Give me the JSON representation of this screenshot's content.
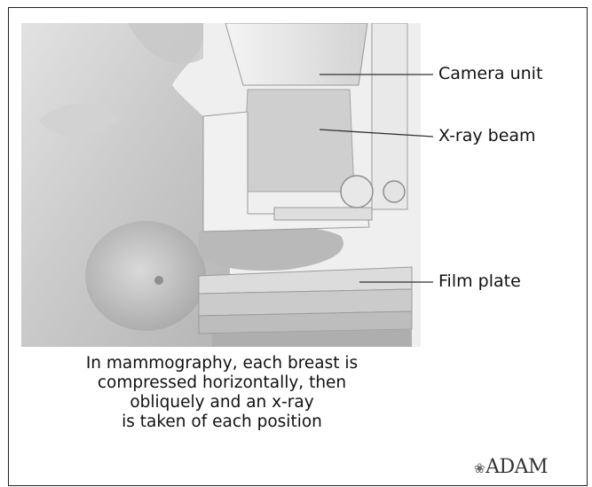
{
  "labels": {
    "camera_unit": "Camera unit",
    "xray_beam": "X-ray beam",
    "film_plate": "Film plate"
  },
  "caption": [
    "In mammography, each breast is",
    "compressed horizontally, then",
    "obliquely and an x-ray",
    "is taken of each position"
  ],
  "brand": {
    "mark": "❀",
    "text": "ADAM"
  },
  "colors": {
    "frame_border": "#222222",
    "skin_tone": "#cfcfcf",
    "machine_gray": "#e6e6e6",
    "leader_line": "#333333"
  }
}
